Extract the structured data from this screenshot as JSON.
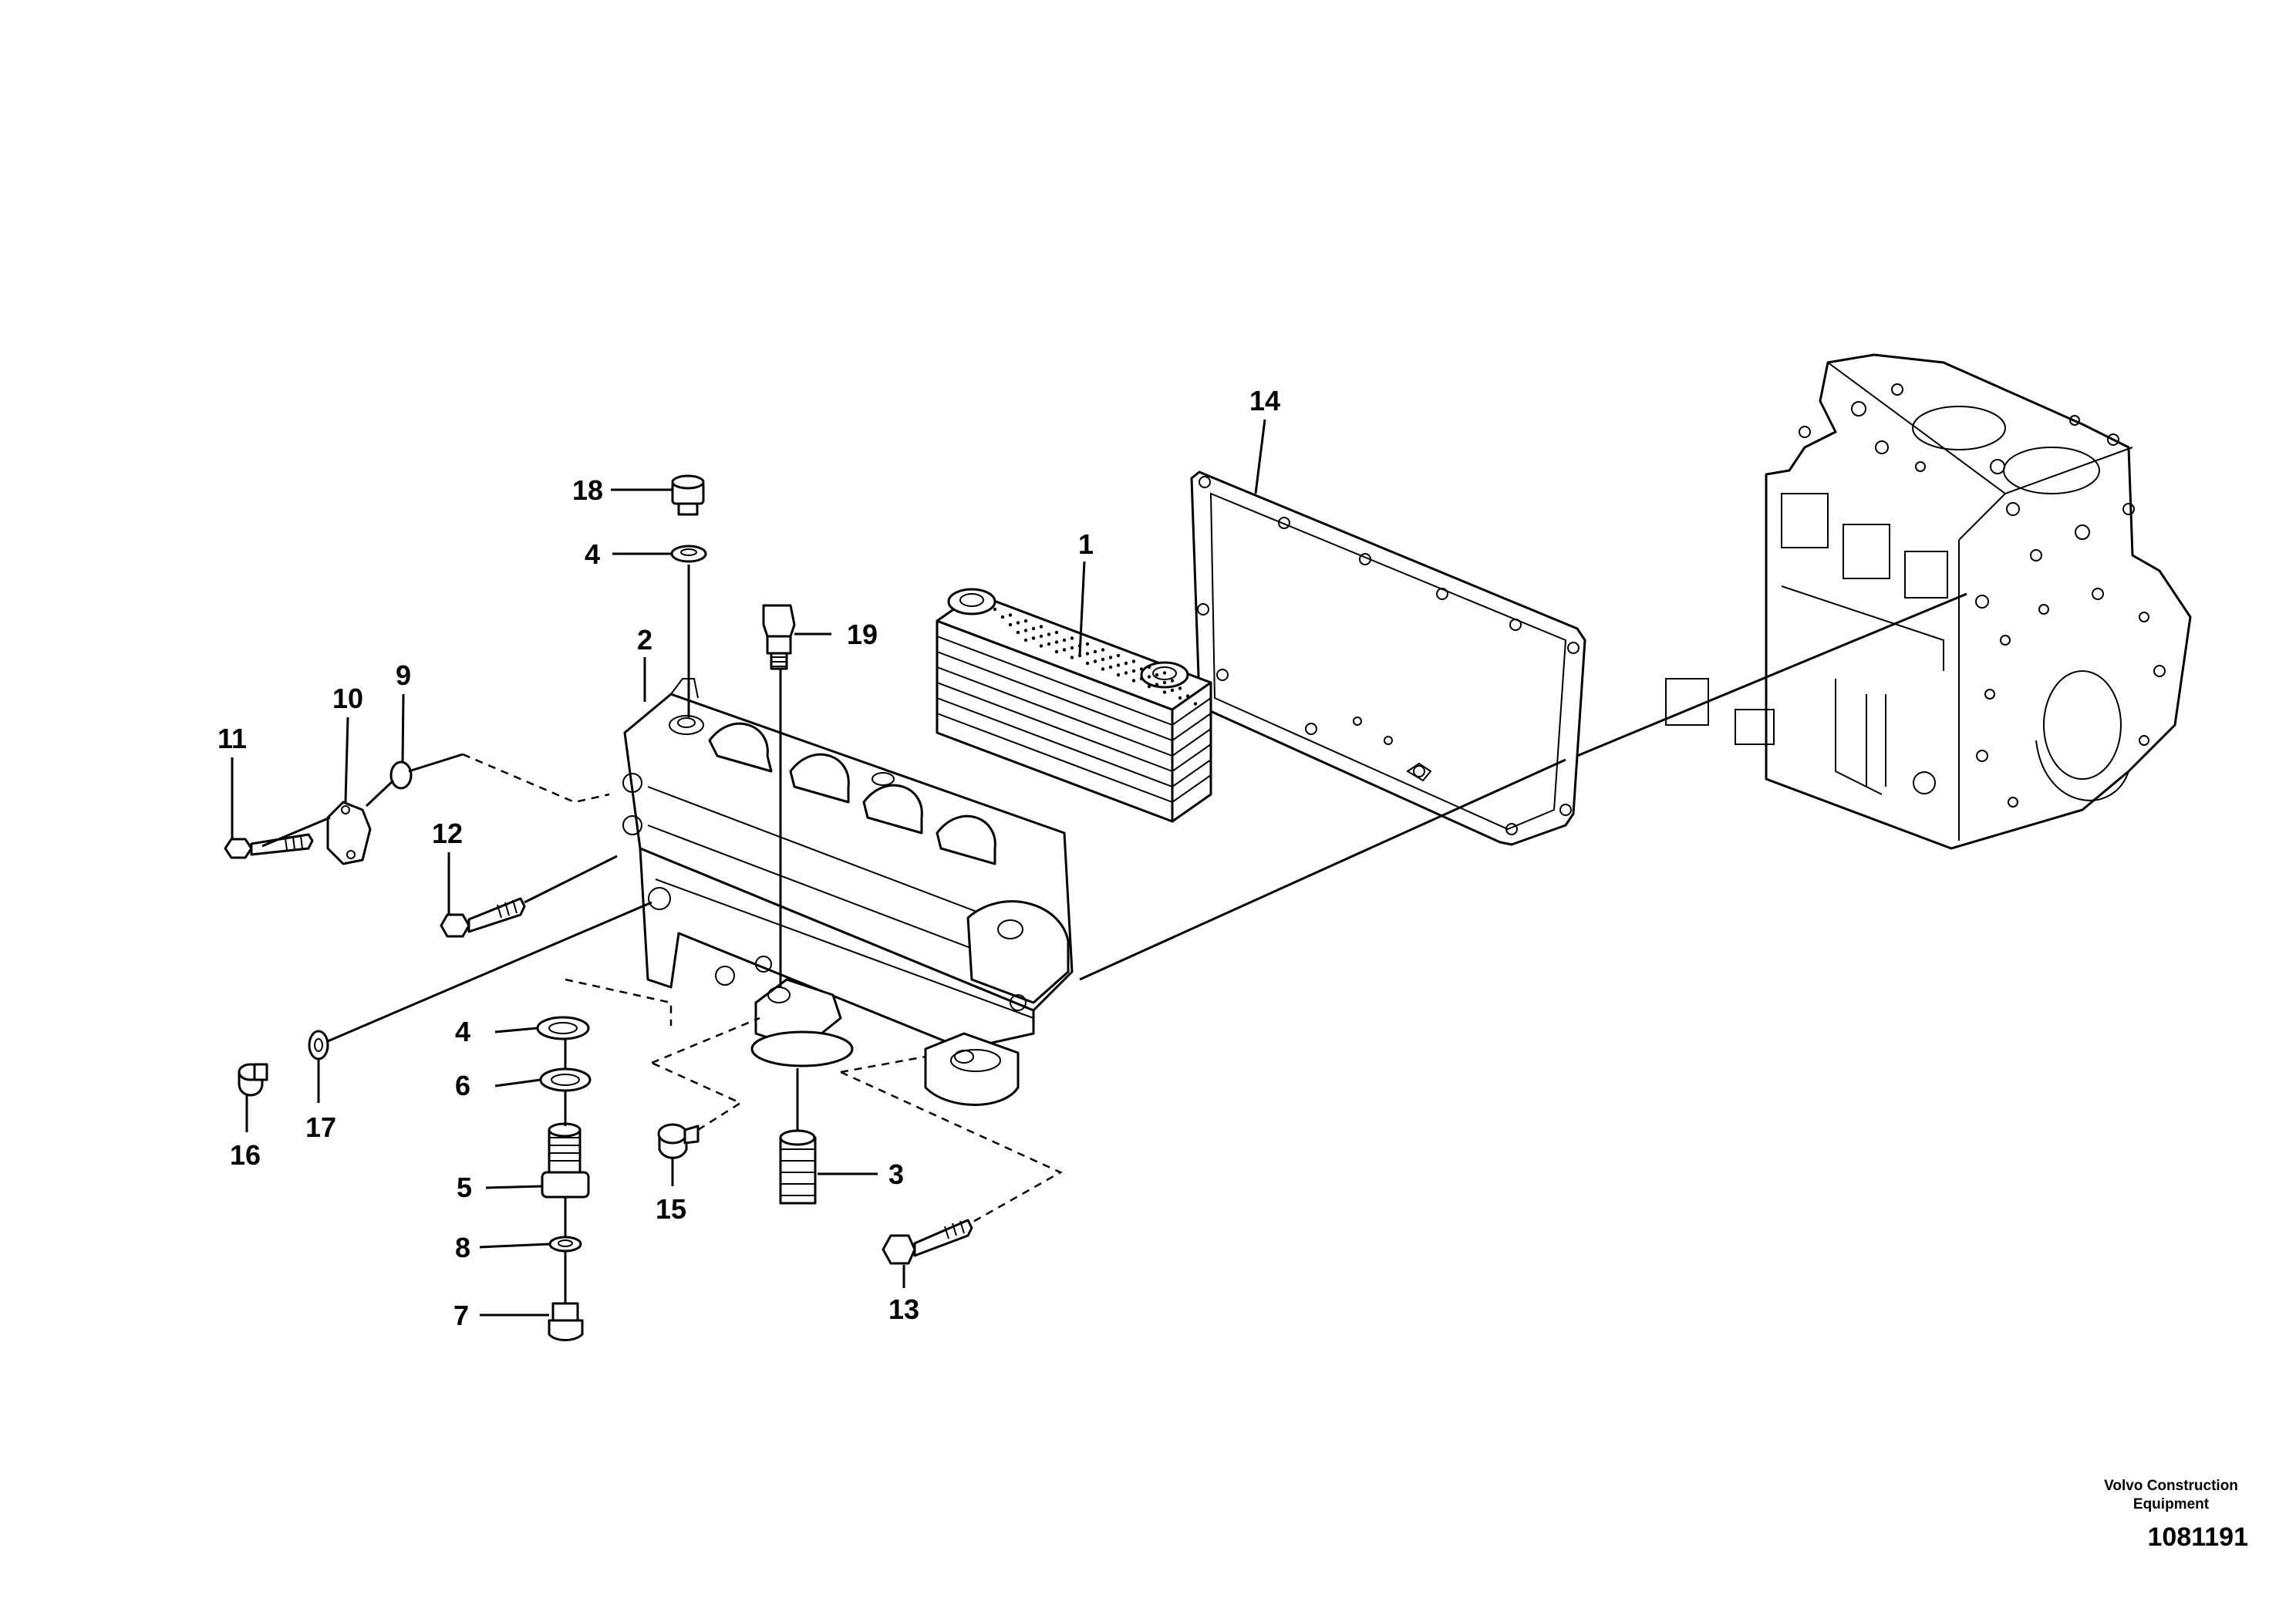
{
  "callouts": {
    "c1": "1",
    "c2": "2",
    "c3": "3",
    "c4a": "4",
    "c4b": "4",
    "c5": "5",
    "c6": "6",
    "c7": "7",
    "c8": "8",
    "c9": "9",
    "c10": "10",
    "c11": "11",
    "c12": "12",
    "c13": "13",
    "c14": "14",
    "c15": "15",
    "c16": "16",
    "c17": "17",
    "c18": "18",
    "c19": "19"
  },
  "footer": {
    "brand_line1": "Volvo Construction",
    "brand_line2": "Equipment",
    "doc_number": "1081191"
  }
}
